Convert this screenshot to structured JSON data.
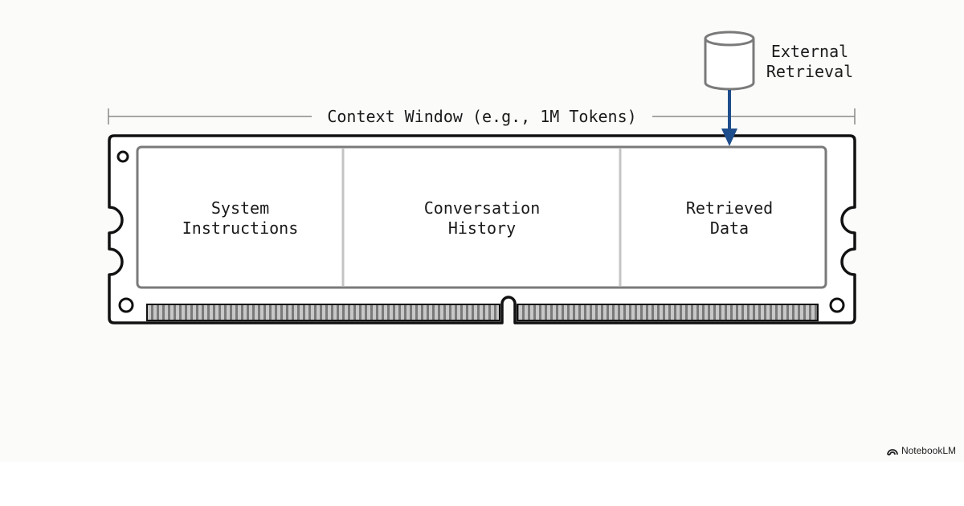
{
  "diagram": {
    "span_label": "Context Window (e.g., 1M Tokens)",
    "external_label_line1": "External",
    "external_label_line2": "Retrieval",
    "sections": [
      {
        "line1": "System",
        "line2": "Instructions"
      },
      {
        "line1": "Conversation",
        "line2": "History"
      },
      {
        "line1": "Retrieved",
        "line2": "Data"
      }
    ],
    "arrow_color": "#1f4e8c",
    "icons": [
      "database-cylinder-icon",
      "arrow-down-icon"
    ]
  },
  "watermark": {
    "text": "NotebookLM",
    "icon": "notebooklm-logo-icon"
  }
}
